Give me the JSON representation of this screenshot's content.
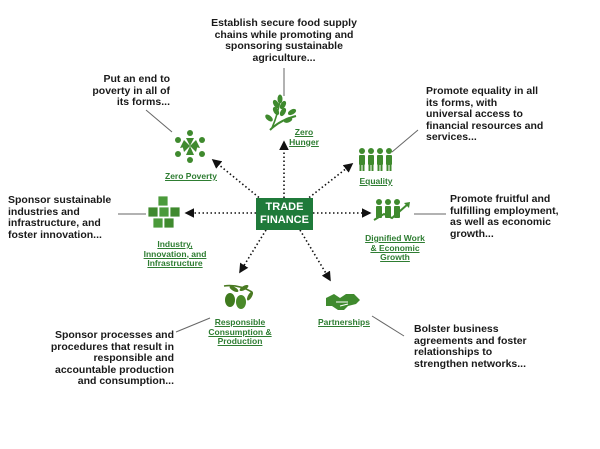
{
  "center": {
    "line1": "TRADE",
    "line2": "FINANCE"
  },
  "colors": {
    "green": "#2e7d32",
    "dark_green": "#1f7a3a",
    "text": "#1a1a1a"
  },
  "nodes": {
    "zero_hunger": {
      "label": [
        "Zero",
        "Hunger"
      ],
      "icon": "wheat-icon",
      "description": [
        "Establish secure food supply",
        "chains while promoting and",
        "sponsoring sustainable",
        "agriculture..."
      ]
    },
    "zero_poverty": {
      "label": [
        "Zero Poverty"
      ],
      "icon": "people-circle-icon",
      "description": [
        "Put an end to",
        "poverty in all of",
        "its forms..."
      ]
    },
    "equality": {
      "label": [
        "Equality"
      ],
      "icon": "equal-people-icon",
      "description": [
        "Promote equality in all",
        "its forms, with",
        "universal access to",
        "financial resources and",
        "services..."
      ]
    },
    "industry": {
      "label": [
        "Industry,",
        "Innovation, and",
        "Infrastructure"
      ],
      "icon": "cubes-icon",
      "description": [
        "Sponsor sustainable",
        "industries and",
        "infrastructure, and",
        "foster innovation..."
      ]
    },
    "dignified_work": {
      "label": [
        "Dignified Work",
        "& Economic",
        "Growth"
      ],
      "icon": "growth-people-icon",
      "description": [
        "Promote fruitful and",
        "fulfilling employment,",
        "as well as economic",
        "growth..."
      ]
    },
    "responsible": {
      "label": [
        "Responsible",
        "Consumption &",
        "Production"
      ],
      "icon": "olive-branch-icon",
      "description": [
        "Sponsor processes and",
        "procedures that result in",
        "responsible and",
        "accountable production",
        "and consumption..."
      ]
    },
    "partnerships": {
      "label": [
        "Partnerships"
      ],
      "icon": "handshake-icon",
      "description": [
        "Bolster business",
        "agreements and foster",
        "relationships to",
        "strengthen networks..."
      ]
    }
  }
}
